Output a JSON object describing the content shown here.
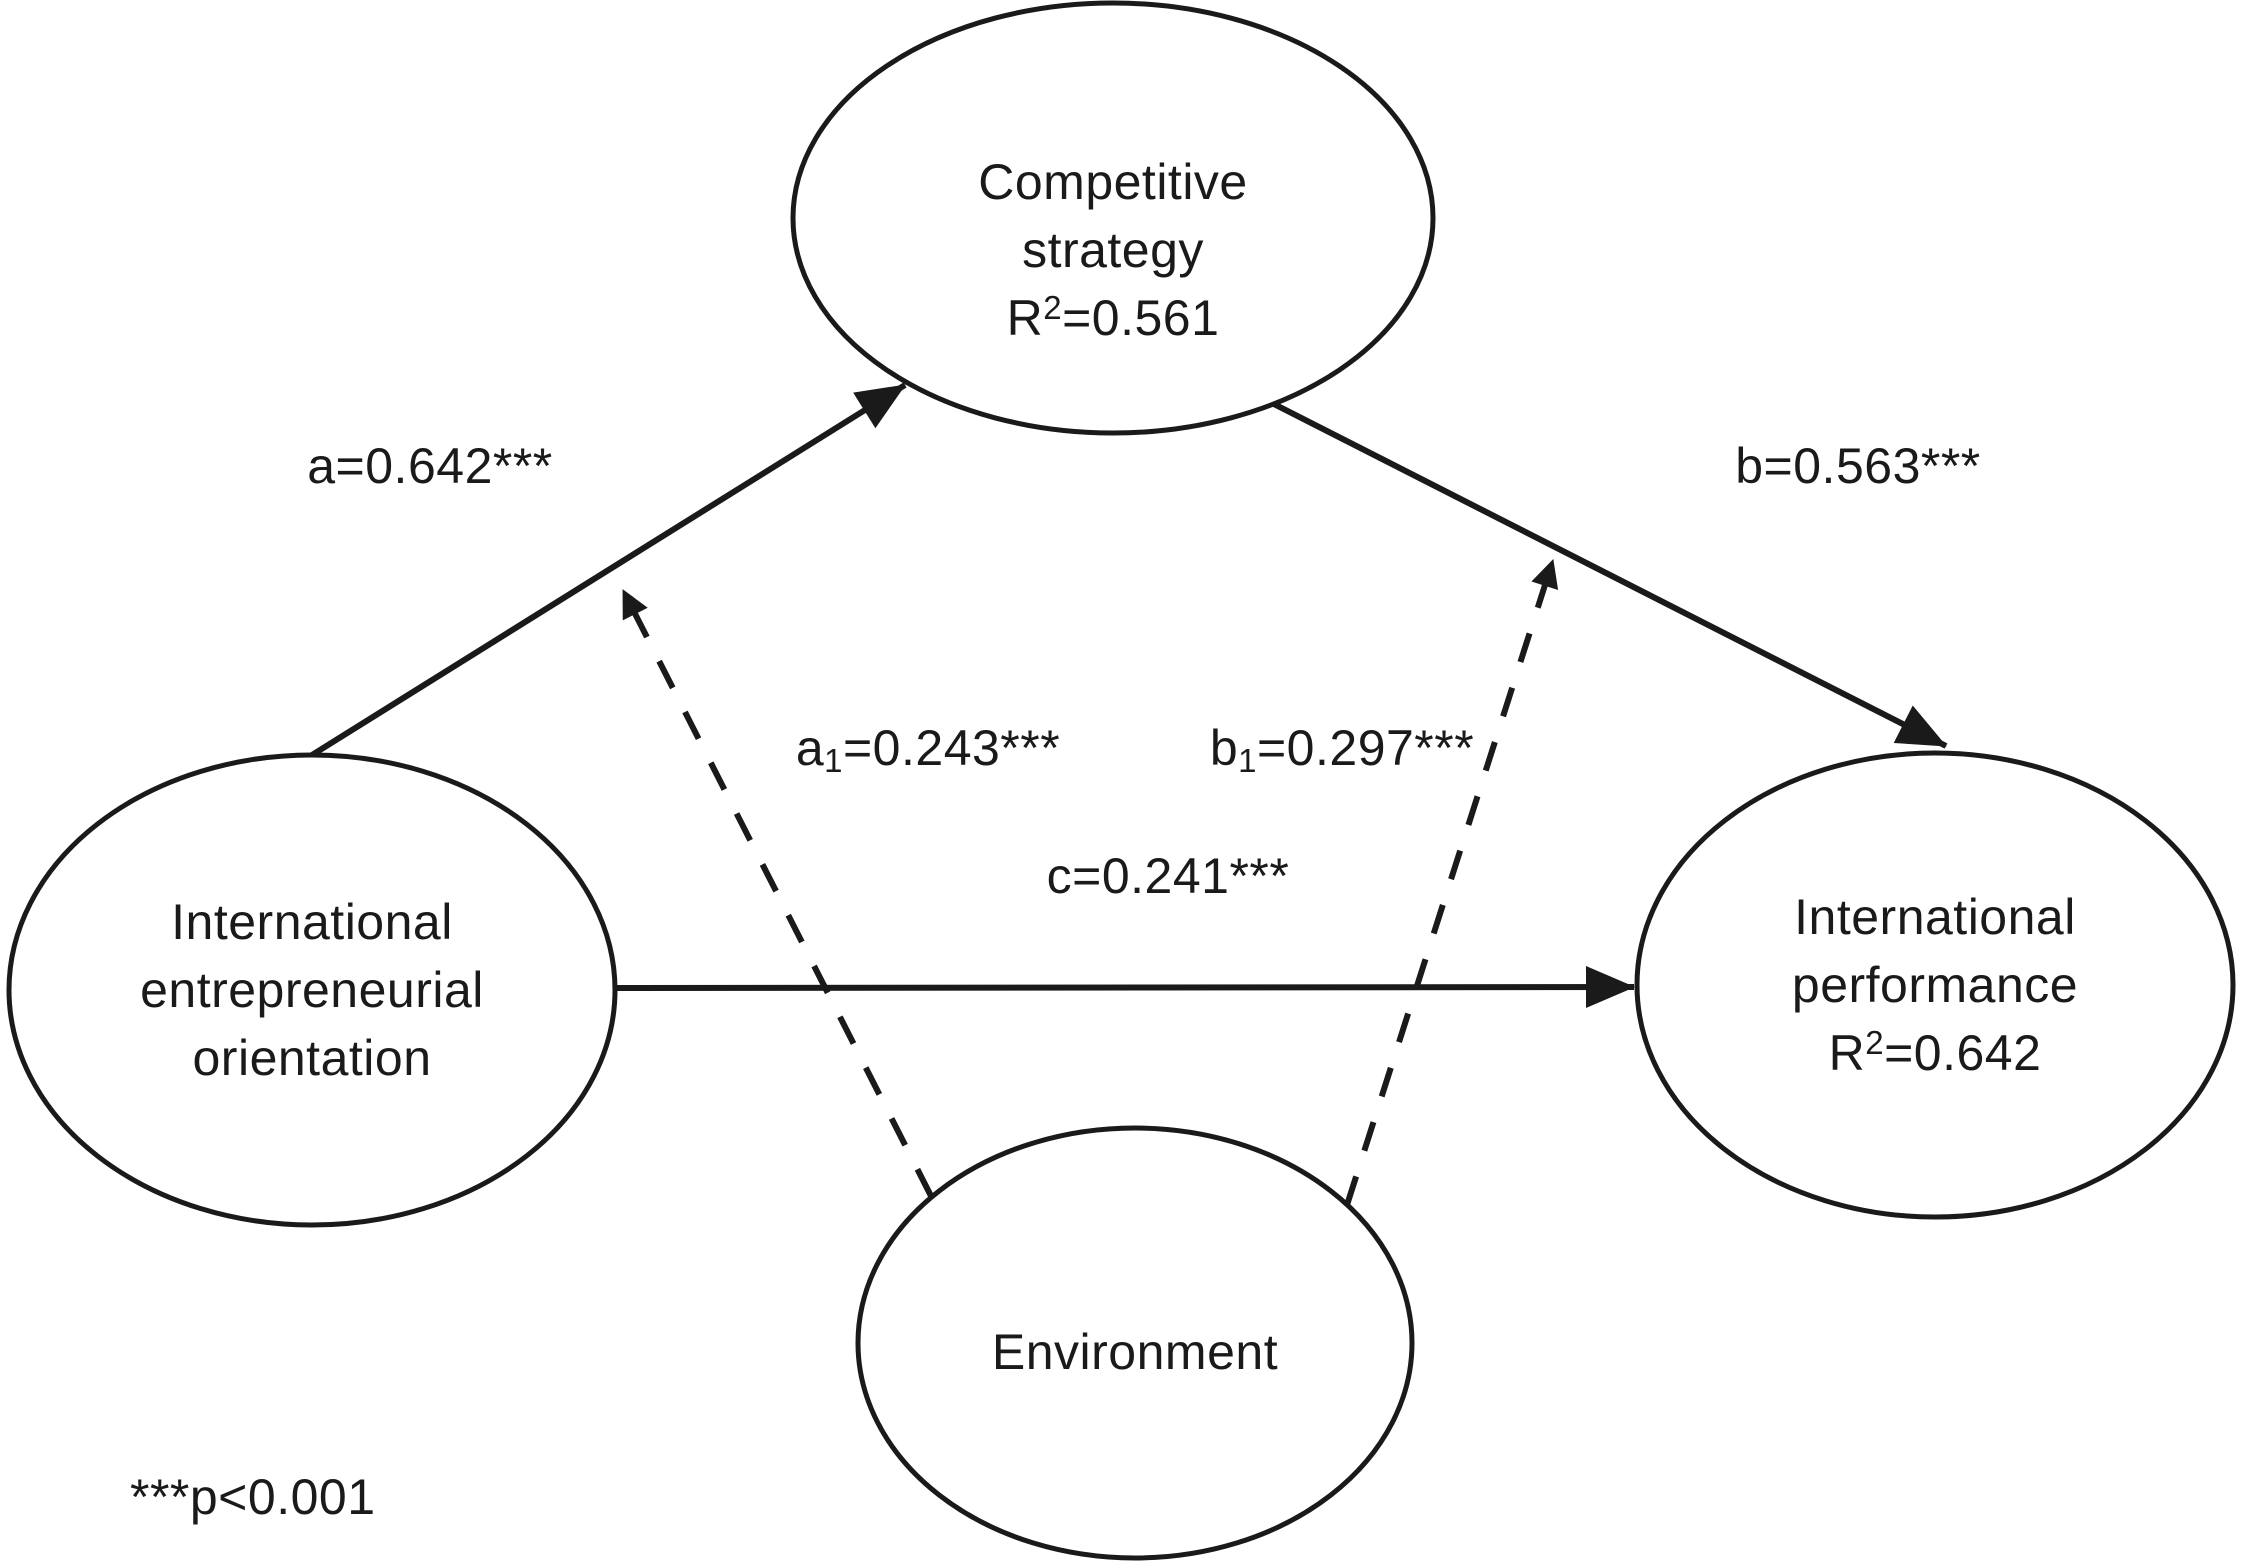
{
  "figure": {
    "type": "path-model-diagram",
    "colors": {
      "ink": "#1a1a1a",
      "background": "#ffffff"
    },
    "nodes": {
      "competitive_strategy": {
        "line1": "Competitive",
        "line2": "strategy",
        "r2_prefix": "R",
        "r2_sup": "2",
        "r2_value": "=0.561"
      },
      "international_entrepreneurial_orientation": {
        "line1": "International",
        "line2": "entrepreneurial",
        "line3": "orientation"
      },
      "international_performance": {
        "line1": "International",
        "line2": "performance",
        "r2_prefix": "R",
        "r2_sup": "2",
        "r2_value": "=0.642"
      },
      "environment": {
        "label": "Environment"
      }
    },
    "paths": {
      "a": {
        "label": "a=0.642***"
      },
      "b": {
        "label": "b=0.563***"
      },
      "c": {
        "label": "c=0.241***"
      },
      "a1": {
        "prefix": "a",
        "sub": "1",
        "value": "=0.243***"
      },
      "b1": {
        "prefix": "b",
        "sub": "1",
        "value": "=0.297***"
      }
    },
    "note": "***p<0.001"
  }
}
